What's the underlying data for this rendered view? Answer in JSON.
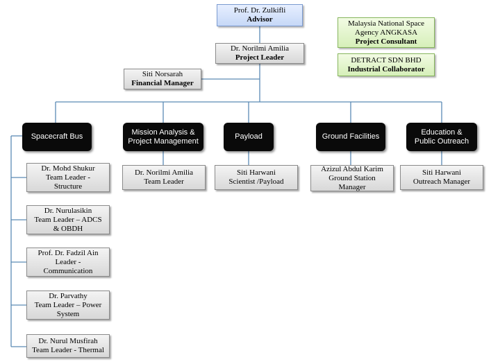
{
  "advisor": {
    "name": "Prof. Dr. Zulkifli",
    "role": "Advisor"
  },
  "project_leader": {
    "name": "Dr. Norilmi Amilia",
    "role": "Project Leader"
  },
  "financial_manager": {
    "name": "Siti Norsarah",
    "role": "Financial Manager"
  },
  "consultant": {
    "line1": "Malaysia National Space",
    "line2": "Agency ANGKASA",
    "role": "Project  Consultant"
  },
  "collaborator": {
    "name": "DETRACT SDN BHD",
    "role": "Industrial Collaborator"
  },
  "divisions": {
    "spacecraft_bus": "Spacecraft Bus",
    "mission_line1": "Mission Analysis &",
    "mission_line2": "Project Management",
    "payload": "Payload",
    "ground": "Ground Facilities",
    "education_line1": "Education &",
    "education_line2": "Public Outreach"
  },
  "bus_members": [
    {
      "l1": "Dr. Mohd Shukur",
      "l2": "Team Leader -",
      "l3": "Structure"
    },
    {
      "l1": "Dr. Nurulasikin",
      "l2": "Team Leader – ADCS",
      "l3": "& OBDH"
    },
    {
      "l1": "Prof. Dr. Fadzil Ain",
      "l2": "Leader -",
      "l3": "Communication"
    },
    {
      "l1": "Dr. Parvathy",
      "l2": "Team Leader – Power",
      "l3": "System"
    },
    {
      "l1": "Dr. Nurul Musfirah",
      "l2": "Team Leader - Thermal"
    }
  ],
  "mission_member": {
    "l1": "Dr. Norilmi Amilia",
    "l2": "Team Leader"
  },
  "payload_member": {
    "l1": "Siti Harwani",
    "l2": "Scientist /Payload"
  },
  "ground_member": {
    "l1": "Azizul  Abdul Karim",
    "l2": "Ground Station",
    "l3": "Manager"
  },
  "education_member": {
    "l1": "Siti Harwani",
    "l2": "Outreach Manager"
  }
}
